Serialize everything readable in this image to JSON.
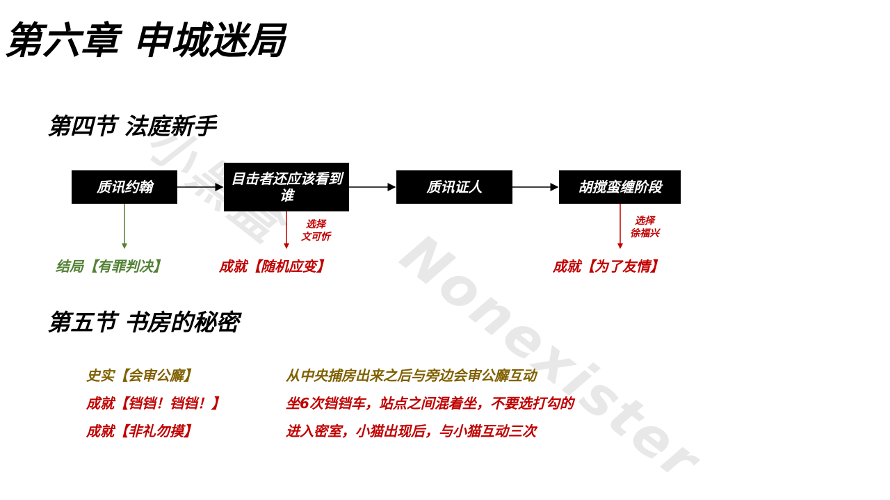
{
  "chapter_title": "第六章 申城迷局",
  "section4": {
    "title": "第四节 法庭新手",
    "flow": [
      {
        "label": "质讯约翰"
      },
      {
        "label": "目击者还应该看到谁"
      },
      {
        "label": "质讯证人"
      },
      {
        "label": "胡搅蛮缠阶段"
      }
    ],
    "choice_1": [
      "选择",
      "文可忻"
    ],
    "choice_2": [
      "选择",
      "徐福兴"
    ],
    "results": [
      "结局【有罪判决】",
      "成就【随机应变】",
      "成就【为了友情】"
    ]
  },
  "section5": {
    "title": "第五节 书房的秘密",
    "rows": [
      {
        "name": "史实【会审公廨】",
        "desc": "从中央捕房出来之后与旁边会审公廨互动"
      },
      {
        "name": "成就【铛铛！铛铛！】",
        "desc": "坐6次铛铛车，站点之间混着坐，不要选打勾的"
      },
      {
        "name": "成就【非礼勿摸】",
        "desc": "进入密室，小猫出现后，与小猫互动三次"
      }
    ]
  },
  "watermark": [
    "小黑盒",
    "Nonexister"
  ],
  "colors": {
    "achievement_red": "#c00000",
    "ending_green": "#538135",
    "history_olive": "#7f6000",
    "node_bg": "#000000"
  }
}
